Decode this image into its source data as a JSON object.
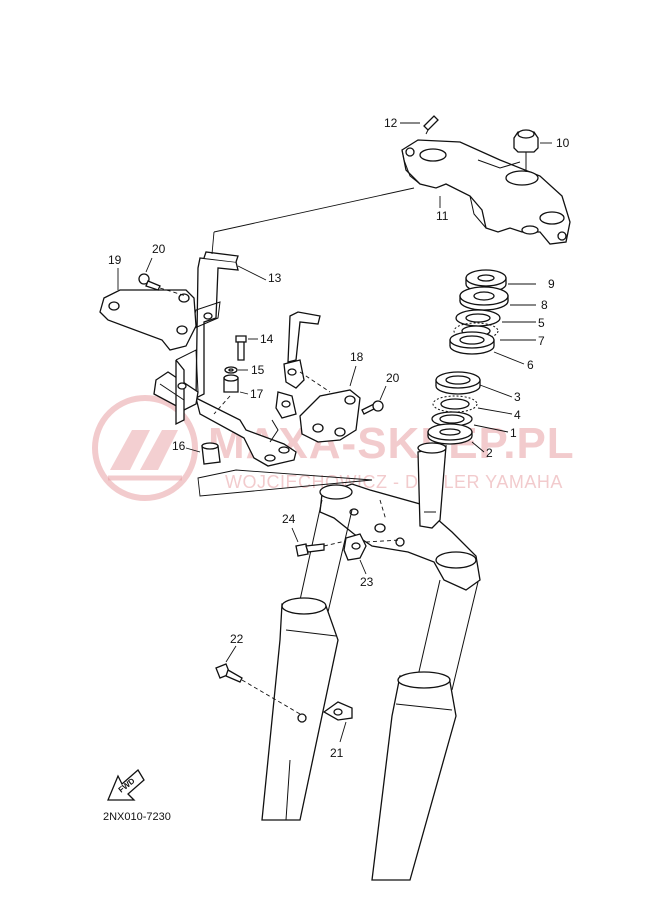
{
  "watermark": {
    "main": "MAXA-SKLEP.PL",
    "sub": "WOJCIECHOWICZ - DEALER YAMAHA",
    "color": "#e8a0a4"
  },
  "diagram_code": "2NX010-7230",
  "fwd_label": "FWD",
  "parts": {
    "p1": "1",
    "p2": "2",
    "p3": "3",
    "p4": "4",
    "p5": "5",
    "p6": "6",
    "p7": "7",
    "p8": "8",
    "p9": "9",
    "p10": "10",
    "p11": "11",
    "p12": "12",
    "p13": "13",
    "p14": "14",
    "p15": "15",
    "p16": "16",
    "p17": "17",
    "p18": "18",
    "p19": "19",
    "p20a": "20",
    "p20b": "20",
    "p21": "21",
    "p22": "22",
    "p23": "23",
    "p24": "24"
  }
}
